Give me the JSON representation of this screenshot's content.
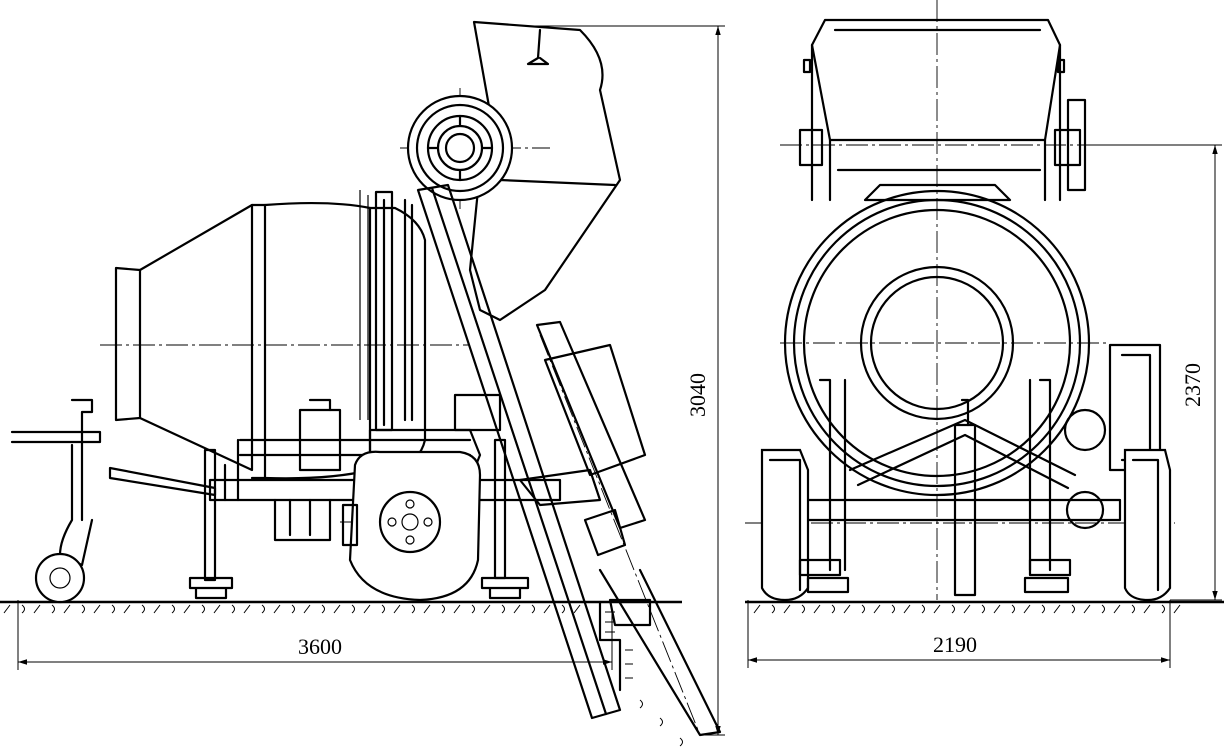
{
  "diagram": {
    "side_view": {
      "dimensions": {
        "overall_length": "3600",
        "overall_height": "3040"
      }
    },
    "rear_view": {
      "dimensions": {
        "overall_width": "2190",
        "height": "2370"
      }
    }
  }
}
